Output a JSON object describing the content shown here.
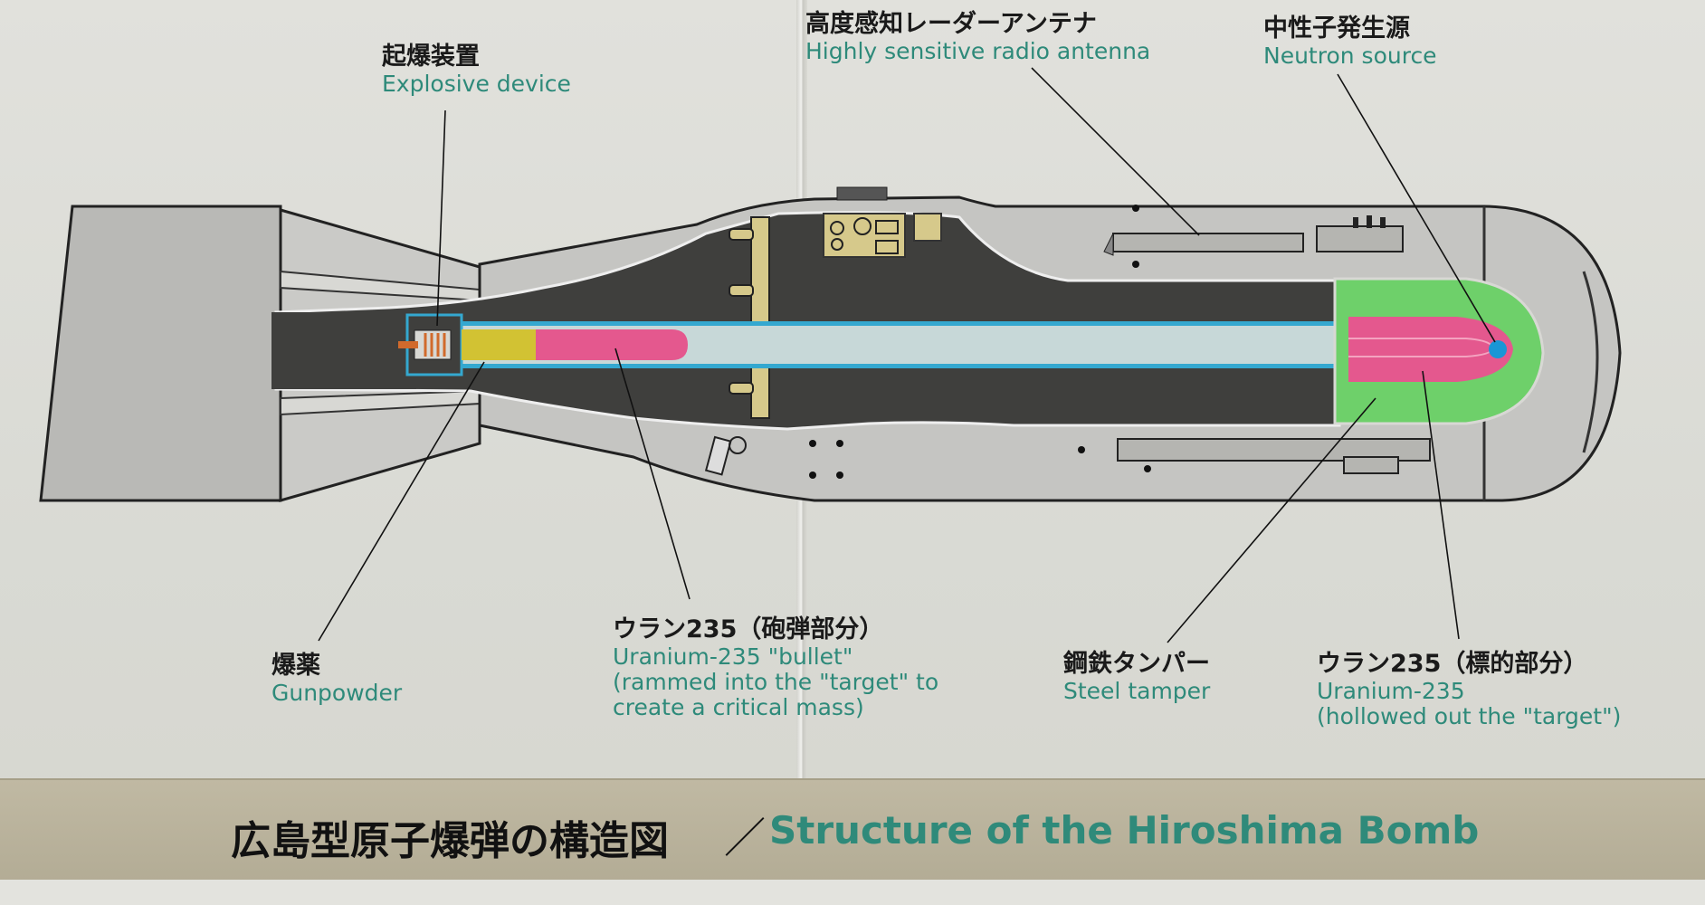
{
  "labels": {
    "explosive_device": {
      "jp": "起爆装置",
      "en": "Explosive device"
    },
    "radio_antenna": {
      "jp": "高度感知レーダーアンテナ",
      "en": "Highly sensitive radio antenna"
    },
    "neutron_source": {
      "jp": "中性子発生源",
      "en": "Neutron source"
    },
    "gunpowder": {
      "jp": "爆薬",
      "en": "Gunpowder"
    },
    "bullet": {
      "jp": "ウラン235（砲弾部分）",
      "en1": "Uranium-235 \"bullet\"",
      "en2": "(rammed into the \"target\" to",
      "en3": "create a critical mass)"
    },
    "tamper": {
      "jp": "鋼鉄タンパー",
      "en": "Steel tamper"
    },
    "target": {
      "jp": "ウラン235（標的部分）",
      "en1": "Uranium-235",
      "en2": "(hollowed out the \"target\")"
    }
  },
  "title": {
    "jp": "広島型原子爆弾の構造図",
    "separator": "／",
    "en": "Structure of the Hiroshima Bomb"
  },
  "colors": {
    "casing": "#c3c3c0",
    "interior": "#3f3f3d",
    "gun_barrel": "#c7d8d8",
    "barrel_outline": "#34a8d0",
    "uranium": "#e4588e",
    "gunpowder": "#d2c233",
    "tamper": "#6ed06a",
    "neutron_source": "#1996d6",
    "label_en": "#2e8a7a",
    "title_band": "#b9b29c"
  }
}
